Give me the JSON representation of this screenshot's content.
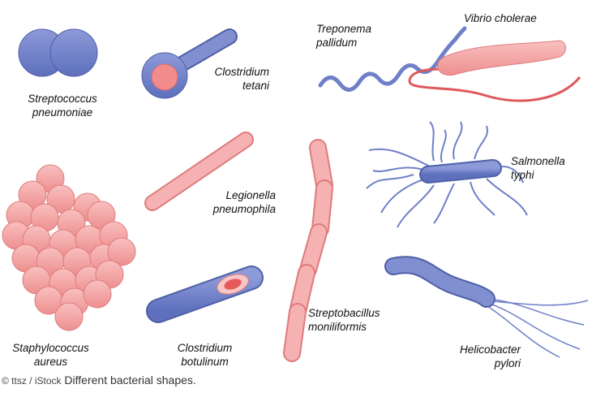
{
  "colors": {
    "blue": "#6f80c8",
    "blue_dark": "#4f60a8",
    "pink": "#f4a3a3",
    "pink_dark": "#e07b7b",
    "red": "#e0575a"
  },
  "labels": {
    "streptococcus": [
      "Streptococcus",
      "pneumoniae"
    ],
    "clostridium_tetani": [
      "Clostridium",
      "tetani"
    ],
    "treponema": [
      "Treponema",
      "pallidum"
    ],
    "vibrio": [
      "Vibrio cholerae"
    ],
    "salmonella": [
      "Salmonella",
      "typhi"
    ],
    "legionella": [
      "Legionella",
      "pneumophila"
    ],
    "staphylococcus": [
      "Staphylococcus",
      "aureus"
    ],
    "clostridium_botulinum": [
      "Clostridium",
      "botulinum"
    ],
    "streptobacillus": [
      "Streptobacillus",
      "moniliformis"
    ],
    "helicobacter": [
      "Helicobacter",
      "pylori"
    ]
  },
  "caption": {
    "credit": "© ttsz / iStock",
    "text": "Different bacterial shapes."
  }
}
